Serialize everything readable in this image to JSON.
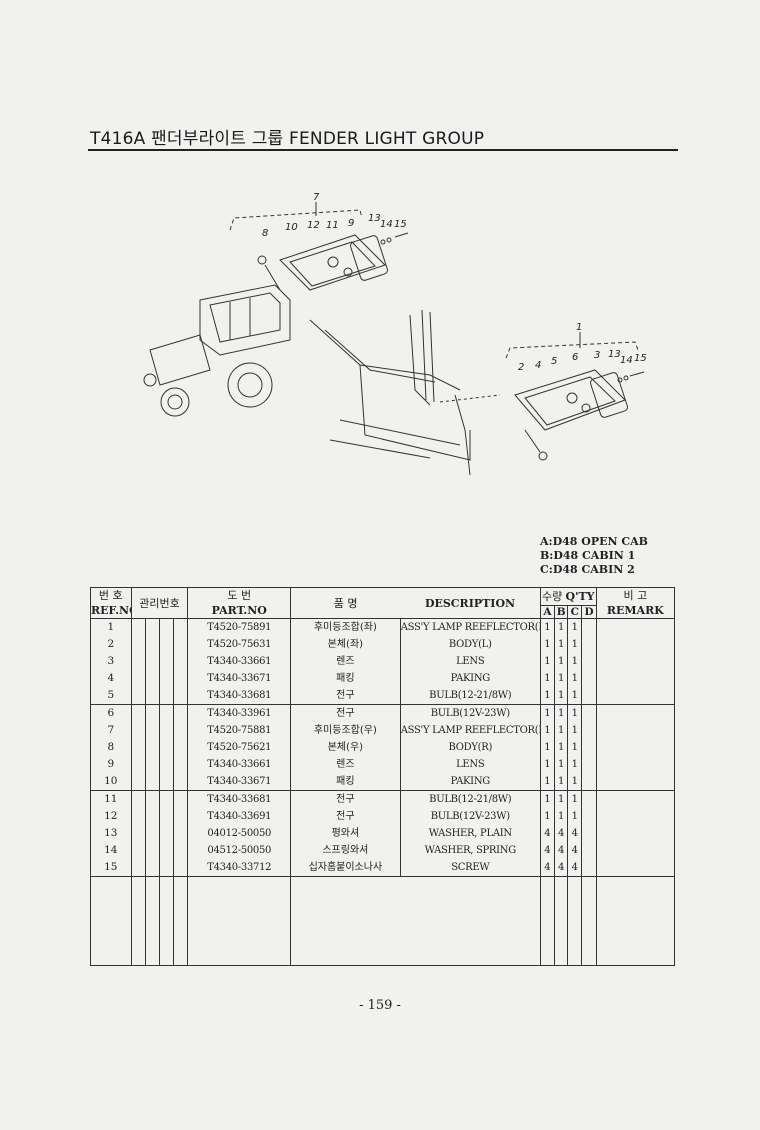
{
  "header": {
    "title": "T416A 팬더부라이트 그룹 FENDER LIGHT GROUP"
  },
  "diagram": {
    "callouts": [
      "7",
      "8",
      "10",
      "12",
      "11",
      "9",
      "13",
      "14",
      "15",
      "1",
      "2",
      "4",
      "5",
      "6",
      "3",
      "13",
      "14",
      "15"
    ]
  },
  "legend": [
    "A:D48 OPEN CAB",
    "B:D48 CABIN 1",
    "C:D48 CABIN 2"
  ],
  "table": {
    "headers": {
      "ref_kor": "번 호",
      "ref_eng": "REF.NO",
      "mgmt_kor": "관리번호",
      "part_kor": "도 번",
      "part_eng": "PART.NO",
      "name_kor": "품 명",
      "desc_eng": "DESCRIPTION",
      "qty_kor": "수량",
      "qty_eng": "Q'TY",
      "qty_cols": [
        "A",
        "B",
        "C",
        "D"
      ],
      "remark_kor": "비 고",
      "remark_eng": "REMARK"
    },
    "rows": [
      {
        "ref": "1",
        "part": "T4520-75891",
        "name": "후미등조합(좌)",
        "desc": "ASS'Y LAMP REEFLECTOR(L)",
        "a": "1",
        "b": "1",
        "c": "1",
        "d": ""
      },
      {
        "ref": "2",
        "part": "T4520-75631",
        "name": "본체(좌)",
        "desc": "BODY(L)",
        "a": "1",
        "b": "1",
        "c": "1",
        "d": ""
      },
      {
        "ref": "3",
        "part": "T4340-33661",
        "name": "렌즈",
        "desc": "LENS",
        "a": "1",
        "b": "1",
        "c": "1",
        "d": ""
      },
      {
        "ref": "4",
        "part": "T4340-33671",
        "name": "패킹",
        "desc": "PAKING",
        "a": "1",
        "b": "1",
        "c": "1",
        "d": ""
      },
      {
        "ref": "5",
        "part": "T4340-33681",
        "name": "전구",
        "desc": "BULB(12-21/8W)",
        "a": "1",
        "b": "1",
        "c": "1",
        "d": ""
      },
      {
        "ref": "6",
        "part": "T4340-33961",
        "name": "전구",
        "desc": "BULB(12V-23W)",
        "a": "1",
        "b": "1",
        "c": "1",
        "d": ""
      },
      {
        "ref": "7",
        "part": "T4520-75881",
        "name": "후미등조합(우)",
        "desc": "ASS'Y LAMP REEFLECTOR(L)",
        "a": "1",
        "b": "1",
        "c": "1",
        "d": ""
      },
      {
        "ref": "8",
        "part": "T4520-75621",
        "name": "본체(우)",
        "desc": "BODY(R)",
        "a": "1",
        "b": "1",
        "c": "1",
        "d": ""
      },
      {
        "ref": "9",
        "part": "T4340-33661",
        "name": "렌즈",
        "desc": "LENS",
        "a": "1",
        "b": "1",
        "c": "1",
        "d": ""
      },
      {
        "ref": "10",
        "part": "T4340-33671",
        "name": "패킹",
        "desc": "PAKING",
        "a": "1",
        "b": "1",
        "c": "1",
        "d": ""
      },
      {
        "ref": "11",
        "part": "T4340-33681",
        "name": "전구",
        "desc": "BULB(12-21/8W)",
        "a": "1",
        "b": "1",
        "c": "1",
        "d": ""
      },
      {
        "ref": "12",
        "part": "T4340-33691",
        "name": "전구",
        "desc": "BULB(12V-23W)",
        "a": "1",
        "b": "1",
        "c": "1",
        "d": ""
      },
      {
        "ref": "13",
        "part": "04012-50050",
        "name": "평와셔",
        "desc": "WASHER, PLAIN",
        "a": "4",
        "b": "4",
        "c": "4",
        "d": ""
      },
      {
        "ref": "14",
        "part": "04512-50050",
        "name": "스프링와셔",
        "desc": "WASHER, SPRING",
        "a": "4",
        "b": "4",
        "c": "4",
        "d": ""
      },
      {
        "ref": "15",
        "part": "T4340-33712",
        "name": "십자홈붙이소나사",
        "desc": "SCREW",
        "a": "4",
        "b": "4",
        "c": "4",
        "d": ""
      }
    ]
  },
  "footer": {
    "page": "- 159 -"
  }
}
